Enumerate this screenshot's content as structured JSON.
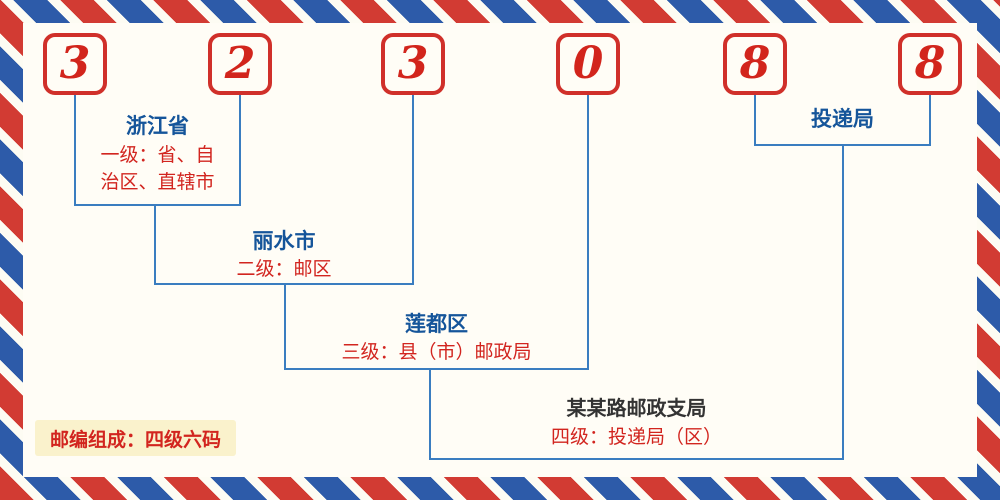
{
  "postal_code": {
    "digits": [
      "3",
      "2",
      "3",
      "0",
      "8",
      "8"
    ]
  },
  "labels": {
    "level1": {
      "name": "浙江省",
      "desc_line1": "一级：省、自",
      "desc_line2": "治区、直辖市"
    },
    "level2": {
      "name": "丽水市",
      "desc": "二级：邮区"
    },
    "level3": {
      "name": "莲都区",
      "desc": "三级：县（市）邮政局"
    },
    "delivery": {
      "name": "投递局"
    },
    "level4": {
      "name": "某某路邮政支局",
      "desc": "四级：投递局（区）"
    }
  },
  "footer": {
    "note": "邮编组成：四级六码"
  },
  "colors": {
    "stripe_red": "#d23b33",
    "stripe_blue": "#2d5ba9",
    "digit_red": "#d2251c",
    "box_border_red": "#d0302a",
    "line_blue": "#3a7dc0",
    "label_blue": "#15559a",
    "desc_red": "#d2251f",
    "note_bg": "#faf2cc"
  }
}
